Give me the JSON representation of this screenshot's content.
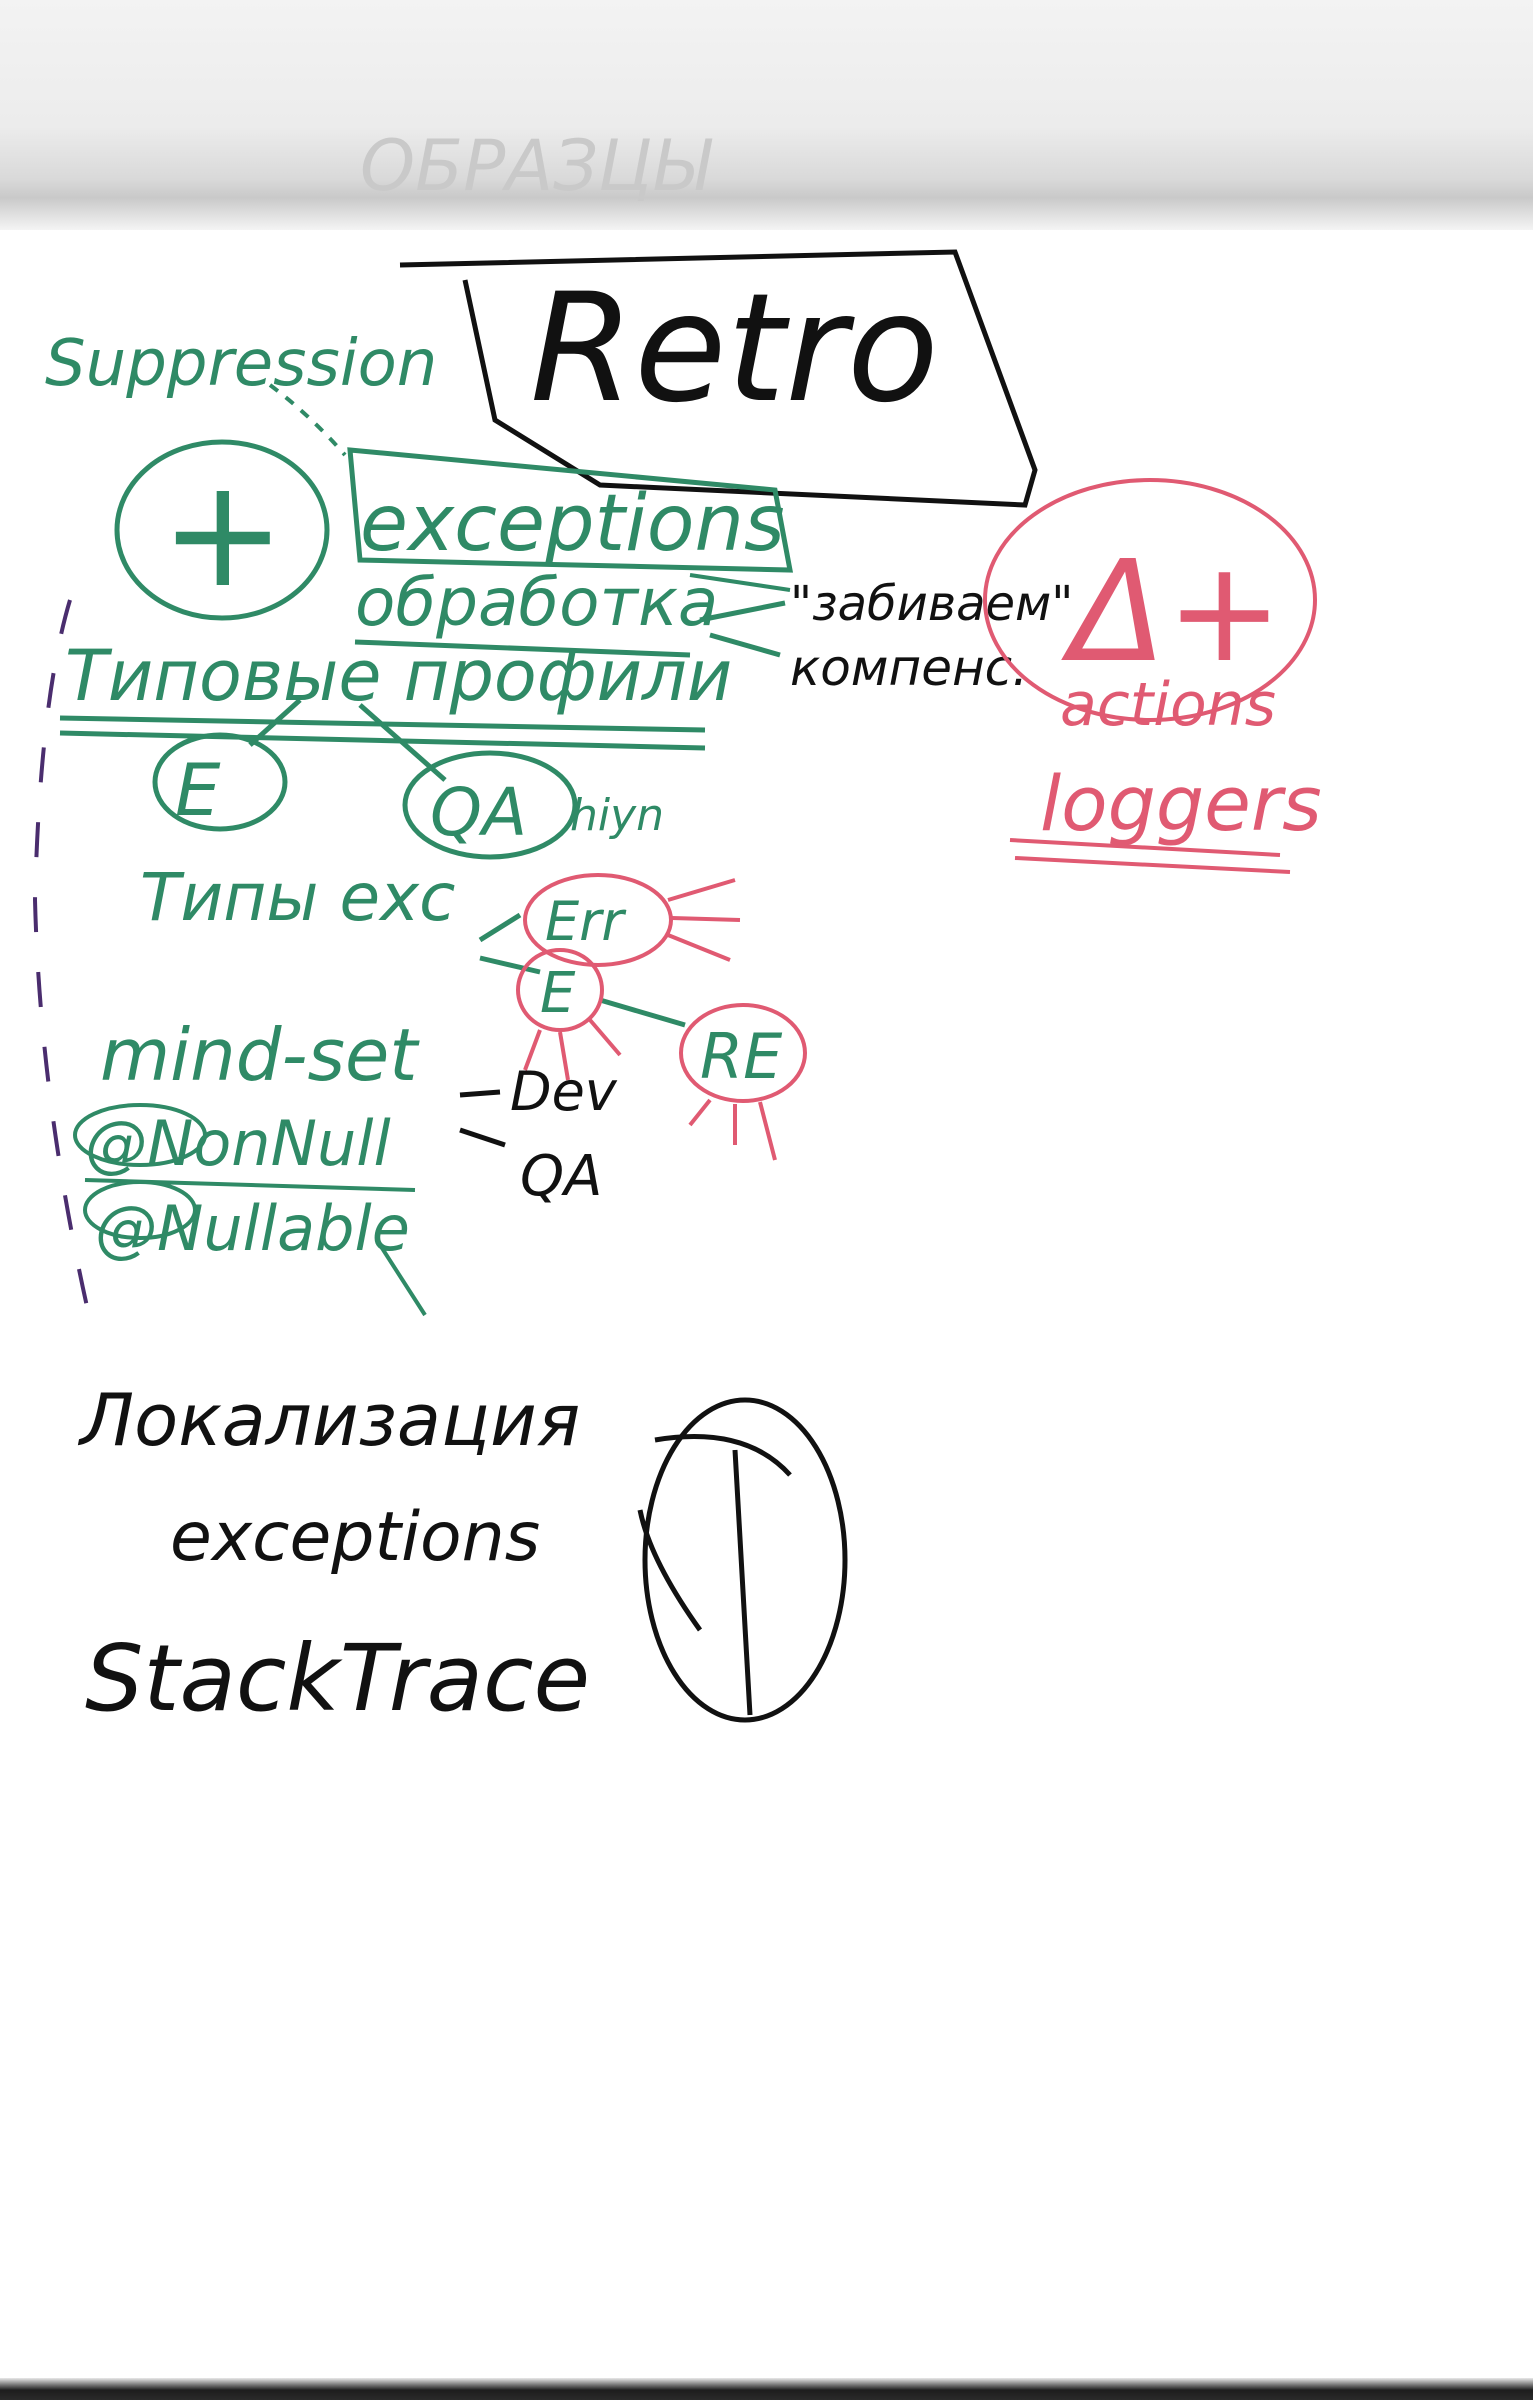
{
  "header_faint_text": "ОБРАЗЦЫ",
  "title": "Retro",
  "green_notes": {
    "suppression": "Suppression",
    "plus_mark": "+",
    "exceptions": "exceptions",
    "obrabotka": "обработка",
    "tipovye_profili": "Типовые профили",
    "profile_e": "E",
    "profile_qa": "QA",
    "qa_side_note": "hiyn",
    "tipy_exc": "Типы exc",
    "mind_set": "mind-set",
    "nonnull": "@NonNull",
    "nullable": "@Nullable"
  },
  "black_notes": {
    "zabivaem": "\"забиваем\"",
    "kompens": "компенс.",
    "dev": "Dev",
    "qa": "QA",
    "lokalizaciya": "Локализация",
    "exceptions2": "exceptions",
    "stacktrace": "StackTrace"
  },
  "pink_notes": {
    "delta_plus": "Δ+",
    "actions": "actions",
    "loggers": "loggers",
    "err": "Err",
    "e": "E",
    "re": "RE"
  },
  "colors": {
    "green_marker": "#2f8a66",
    "pink_marker": "#e05a72",
    "black_marker": "#111111",
    "purple_marker": "#4a2d6e"
  }
}
